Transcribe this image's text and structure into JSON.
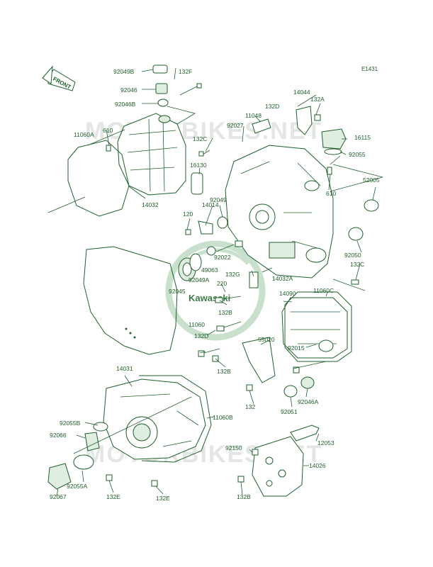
{
  "diagram": {
    "reference_code": "E1431",
    "front_indicator": "FRONT",
    "logo_text": "Kawasaki",
    "watermarks": [
      "MOTORBIKES.NET",
      "MOTORBIKES.NET"
    ],
    "accent_color": "#1f5f2a",
    "part_labels": [
      "92049B",
      "132F",
      "92046",
      "92046B",
      "610",
      "11060A",
      "132C",
      "14032",
      "16130",
      "14014",
      "120",
      "92049",
      "11048",
      "132D",
      "92027",
      "14044",
      "132A",
      "16115",
      "92055",
      "610",
      "52005",
      "92022",
      "49063",
      "132G",
      "220",
      "92049A",
      "92045",
      "14032A",
      "92050",
      "132C",
      "14090",
      "11060C",
      "132B",
      "11060",
      "132D",
      "55020",
      "92015",
      "132B",
      "132",
      "92046A",
      "92051",
      "14031",
      "92055B",
      "92066",
      "11060B",
      "92150",
      "12053",
      "14026",
      "92055A",
      "132E",
      "92067",
      "132E",
      "132B"
    ]
  }
}
